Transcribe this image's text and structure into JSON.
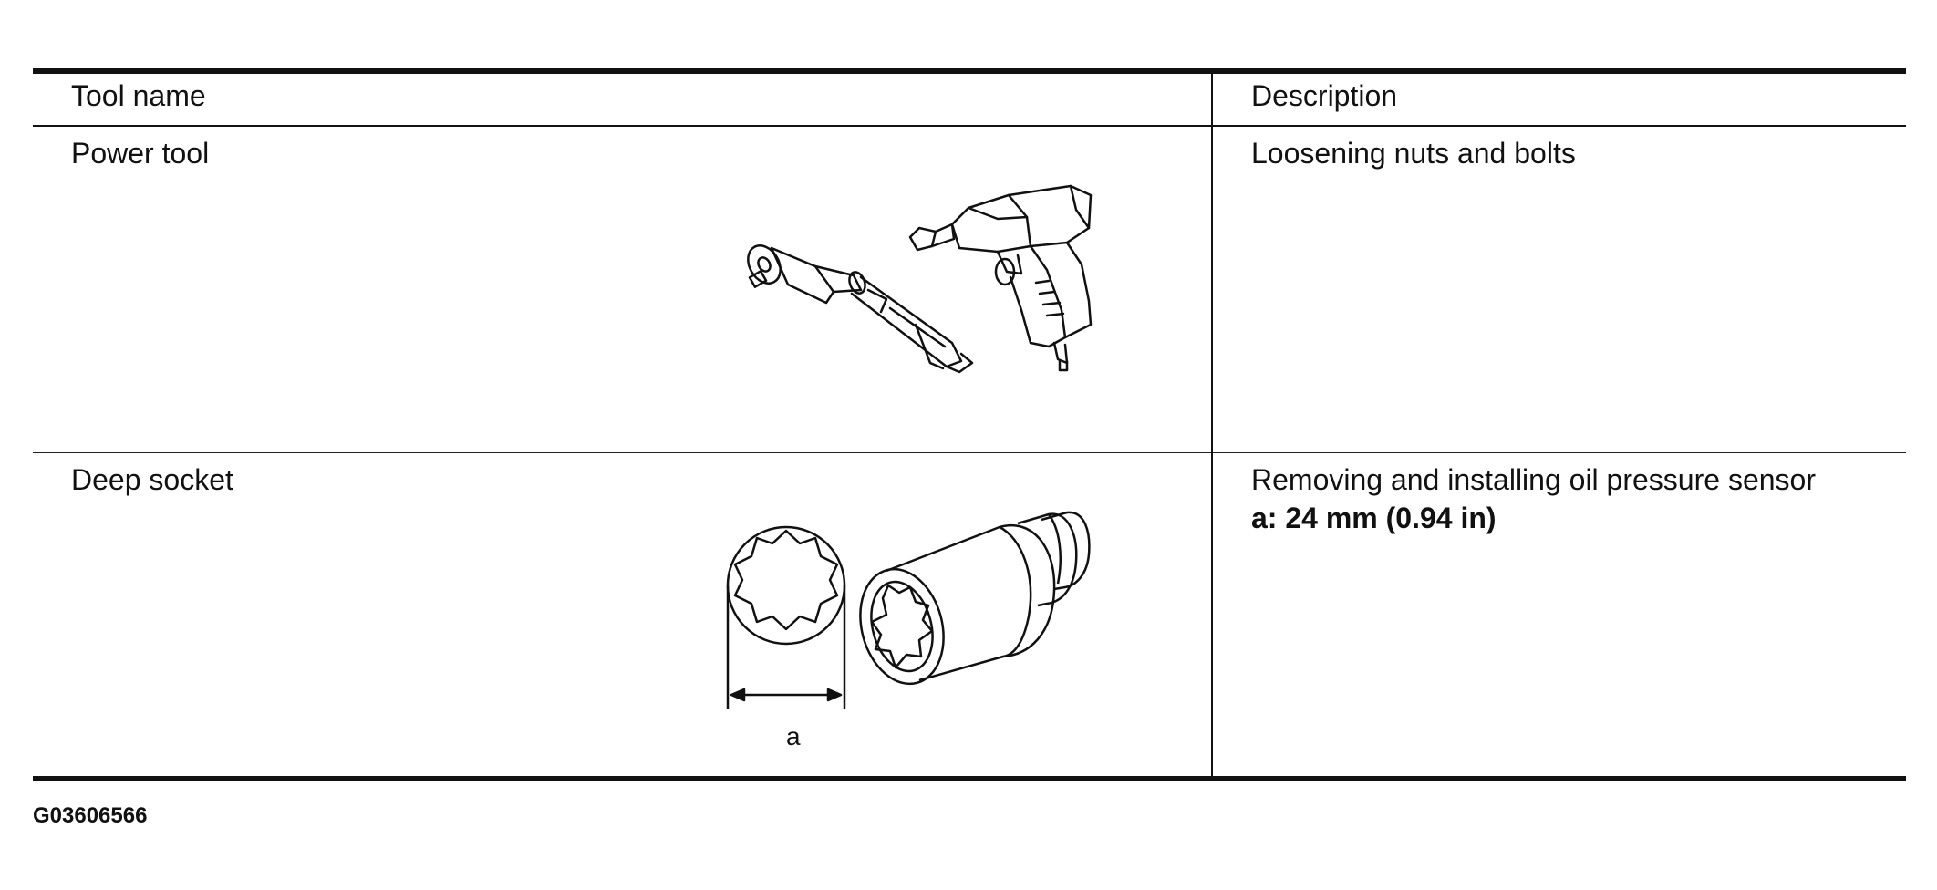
{
  "table": {
    "headers": {
      "tool_name": "Tool name",
      "description": "Description"
    },
    "rows": [
      {
        "tool": "Power tool",
        "description": "Loosening nuts and bolts",
        "illustration": "ratchet-and-impact-wrench"
      },
      {
        "tool": "Deep socket",
        "description": "Removing and installing oil pressure sensor",
        "spec": "a: 24 mm (0.94 in)",
        "dimension_label": "a",
        "illustration": "twelve-point-deep-socket"
      }
    ]
  },
  "figure_code": "G03606566"
}
